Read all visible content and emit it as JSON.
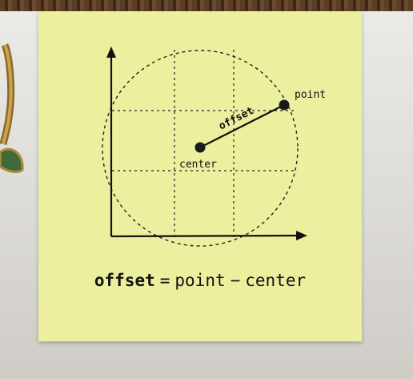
{
  "diagram": {
    "label_point": "point",
    "label_center": "center",
    "label_offset": "offset"
  },
  "formula": {
    "lhs": "offset",
    "equals": "=",
    "term1": "point",
    "minus": "−",
    "term2": "center"
  },
  "colors": {
    "note": "#ecef9d",
    "ink": "#111111"
  }
}
